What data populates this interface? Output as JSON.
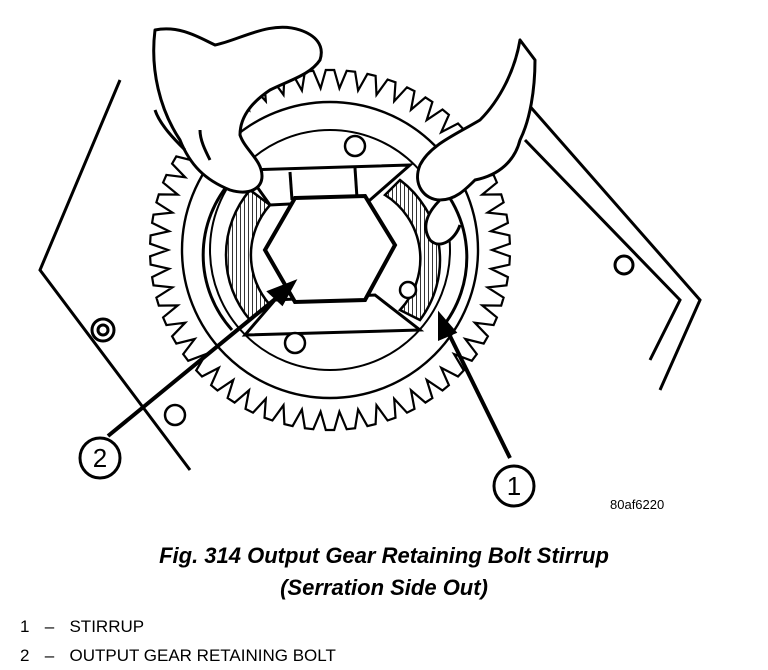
{
  "diagram": {
    "image_code": "80af6220",
    "callouts": [
      "1",
      "2"
    ]
  },
  "caption": {
    "line1": "Fig. 314 Output Gear Retaining Bolt Stirrup",
    "line2": "(Serration Side Out)"
  },
  "legend": [
    {
      "number": "1",
      "label": "STIRRUP"
    },
    {
      "number": "2",
      "label": "OUTPUT GEAR RETAINING BOLT"
    }
  ],
  "legend_separator": "–"
}
